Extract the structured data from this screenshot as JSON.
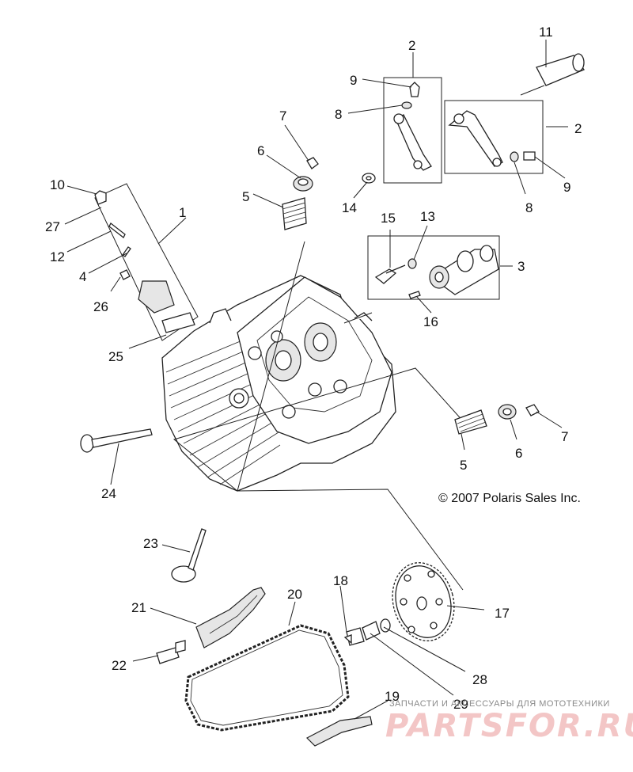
{
  "diagram": {
    "callouts": [
      {
        "id": "c1",
        "text": "1"
      },
      {
        "id": "c2a",
        "text": "2"
      },
      {
        "id": "c2b",
        "text": "2"
      },
      {
        "id": "c3",
        "text": "3"
      },
      {
        "id": "c4",
        "text": "4"
      },
      {
        "id": "c5a",
        "text": "5"
      },
      {
        "id": "c5b",
        "text": "5"
      },
      {
        "id": "c6a",
        "text": "6"
      },
      {
        "id": "c6b",
        "text": "6"
      },
      {
        "id": "c7a",
        "text": "7"
      },
      {
        "id": "c7b",
        "text": "7"
      },
      {
        "id": "c8a",
        "text": "8"
      },
      {
        "id": "c8b",
        "text": "8"
      },
      {
        "id": "c9a",
        "text": "9"
      },
      {
        "id": "c9b",
        "text": "9"
      },
      {
        "id": "c10",
        "text": "10"
      },
      {
        "id": "c11",
        "text": "11"
      },
      {
        "id": "c12",
        "text": "12"
      },
      {
        "id": "c13",
        "text": "13"
      },
      {
        "id": "c14",
        "text": "14"
      },
      {
        "id": "c15",
        "text": "15"
      },
      {
        "id": "c16",
        "text": "16"
      },
      {
        "id": "c17",
        "text": "17"
      },
      {
        "id": "c18",
        "text": "18"
      },
      {
        "id": "c19",
        "text": "19"
      },
      {
        "id": "c20",
        "text": "20"
      },
      {
        "id": "c21",
        "text": "21"
      },
      {
        "id": "c22",
        "text": "22"
      },
      {
        "id": "c23",
        "text": "23"
      },
      {
        "id": "c24",
        "text": "24"
      },
      {
        "id": "c25",
        "text": "25"
      },
      {
        "id": "c26",
        "text": "26"
      },
      {
        "id": "c27",
        "text": "27"
      },
      {
        "id": "c28",
        "text": "28"
      },
      {
        "id": "c29",
        "text": "29"
      }
    ],
    "copyright": "© 2007 Polaris Sales Inc.",
    "watermark": {
      "tagline": "ЗАПЧАСТИ И АКСЕССУАРЫ ДЛЯ МОТОТЕХНИКИ",
      "brand": "PARTSFOR.RU"
    }
  }
}
